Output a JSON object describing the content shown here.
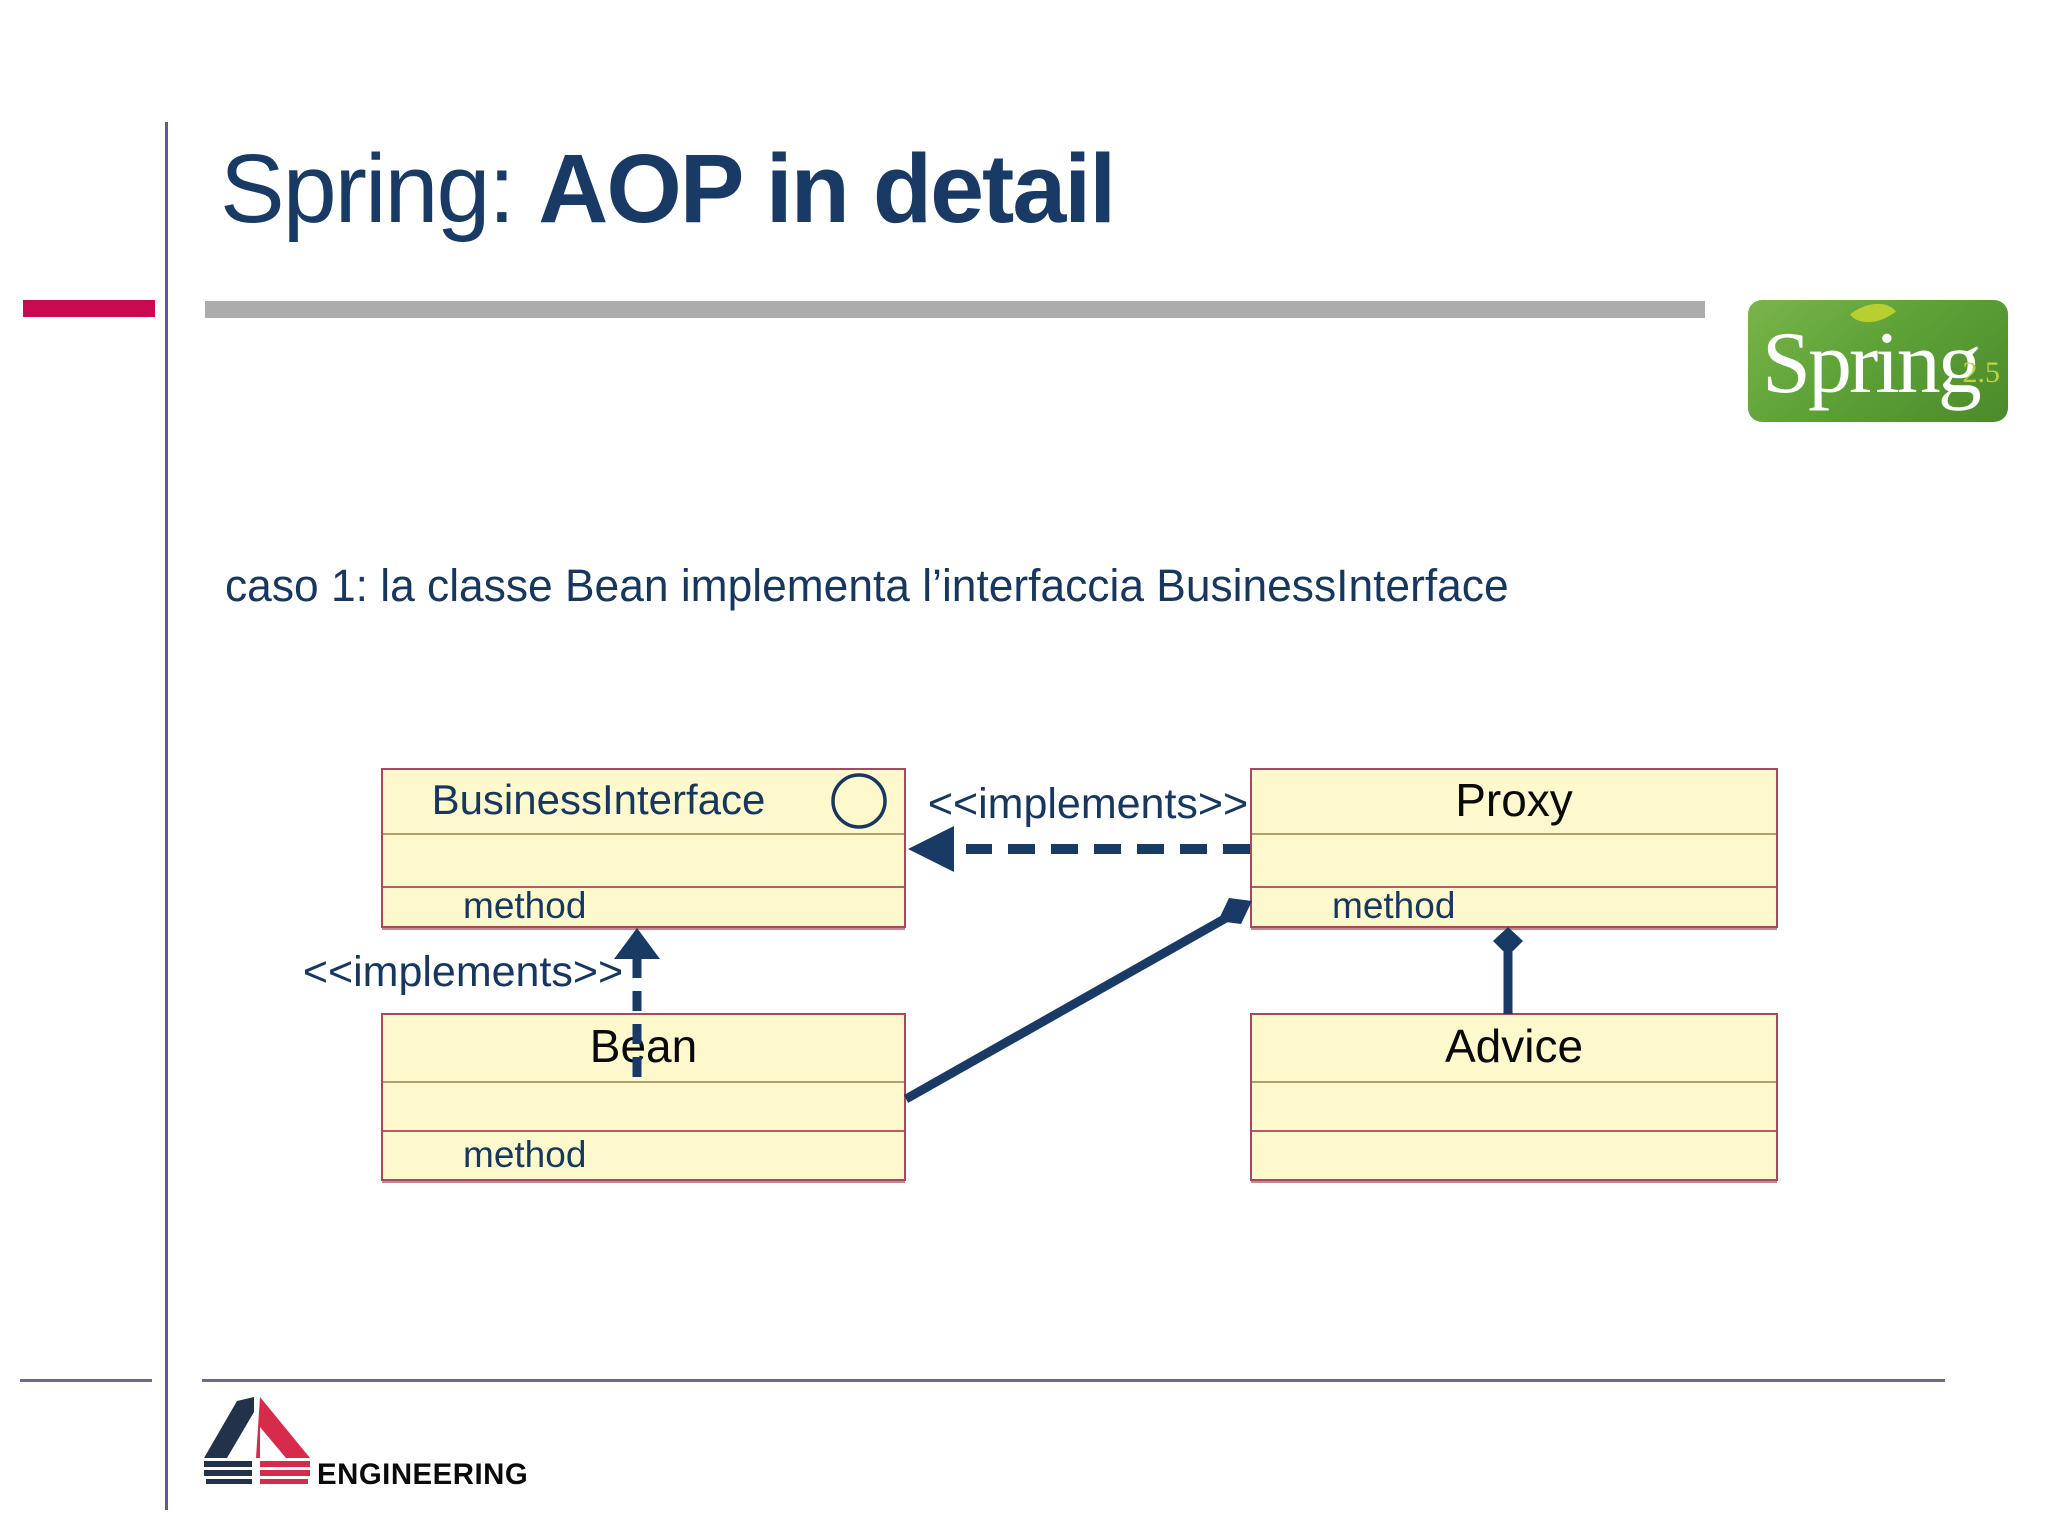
{
  "slide": {
    "title": {
      "prefix": "Spring: ",
      "bold": "AOP in detail"
    },
    "subtitle": "caso 1: la classe Bean implementa l’interfaccia BusinessInterface",
    "spring_logo": {
      "word": "Spring",
      "version": "2.5"
    },
    "footer": {
      "brand": "ENGINEERING"
    },
    "diagram": {
      "classes": [
        {
          "name": "BusinessInterface",
          "method": "method",
          "has_interface_circle": true
        },
        {
          "name": "Proxy",
          "method": "method",
          "has_interface_circle": false
        },
        {
          "name": "Bean",
          "method": "method",
          "has_interface_circle": false
        },
        {
          "name": "Advice",
          "method": "",
          "has_interface_circle": false
        }
      ],
      "labels": {
        "implements_top": "<<implements>>",
        "implements_left": "<<implements>>"
      },
      "relations": [
        "Proxy ..implements..> BusinessInterface",
        "Bean ..implements..> BusinessInterface",
        "Proxy <>-- Bean",
        "Proxy <>-- Advice"
      ]
    },
    "colors": {
      "title_navy": "#1a3a66",
      "text_navy": "#17375e",
      "accent_red_bar": "#c90a50",
      "gray_bar": "#acacac",
      "slate_line": "#5d5b8d",
      "footer_line": "#6c6a94",
      "box_fill": "#fdf9cd",
      "box_border": "#a5495c",
      "connector_navy": "#1a3a66",
      "spring_green": "#5ea237",
      "spring_leaf": "#b7d02f",
      "spring_version_yellow": "#c3d33c",
      "eng_navy": "#22324a",
      "eng_red": "#d62b4b"
    }
  }
}
